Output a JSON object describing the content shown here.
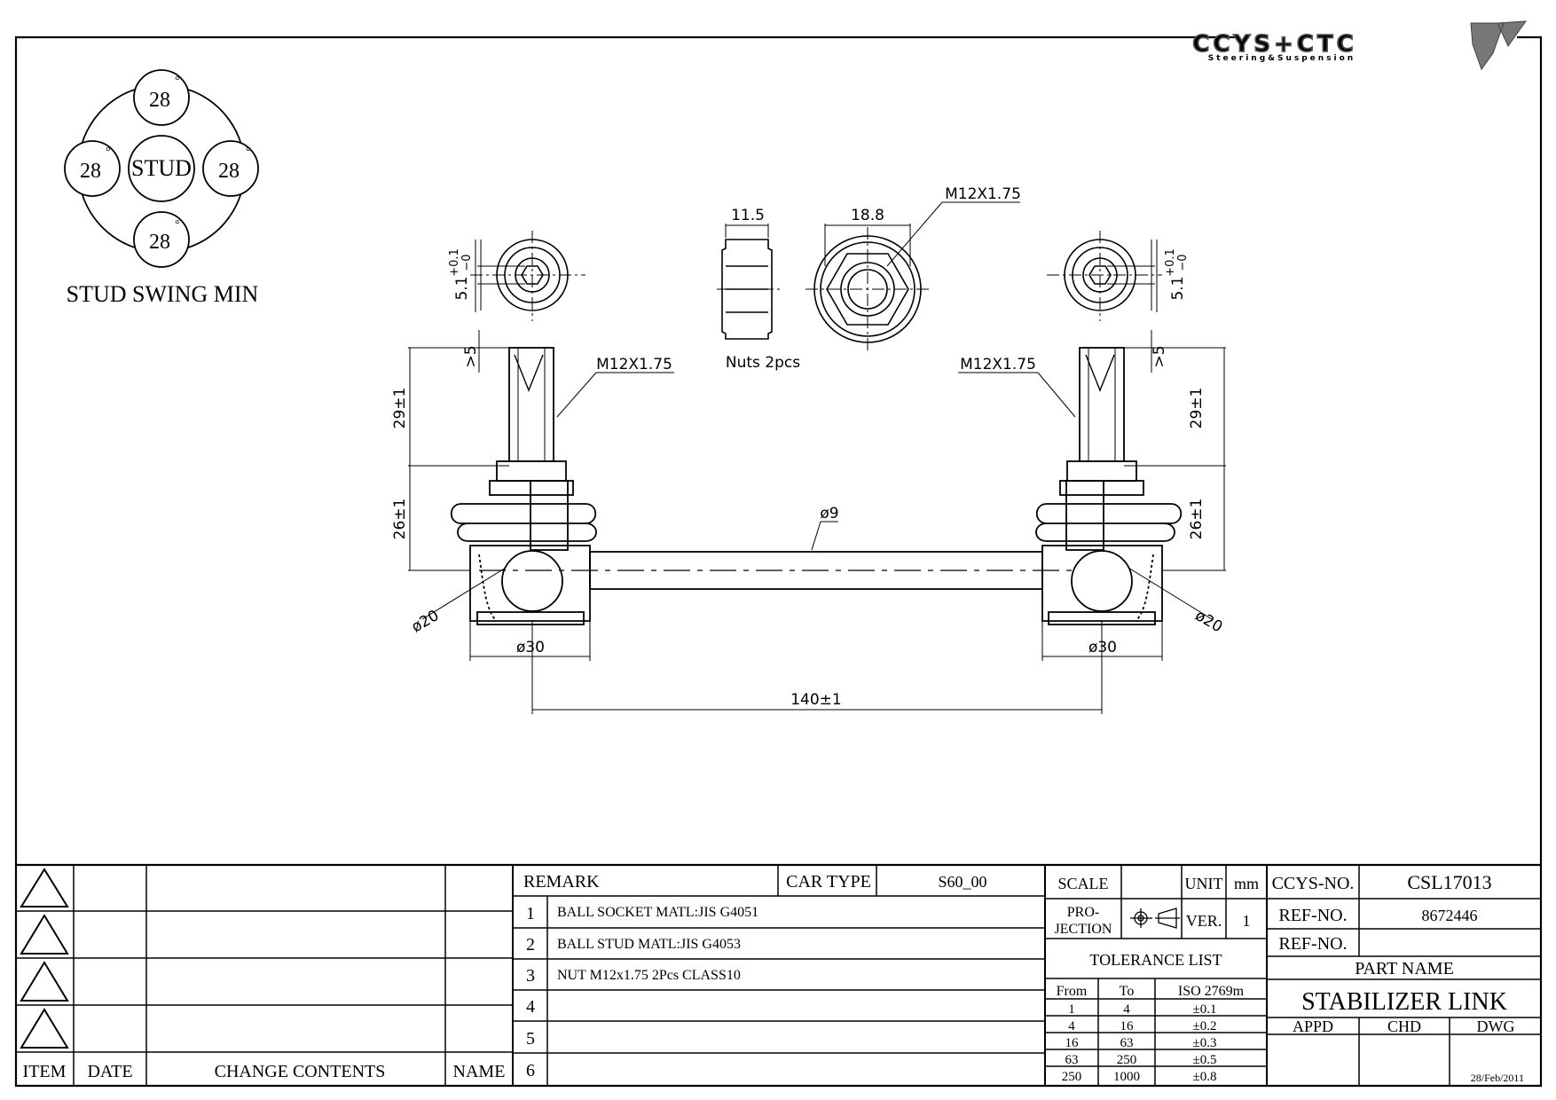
{
  "logo": {
    "brand": "CCYS+CTC",
    "tagline": "Steering&Suspension"
  },
  "swing": {
    "center": "STUD",
    "angles": [
      "28",
      "28",
      "28",
      "28"
    ],
    "degree_mark": "°",
    "caption": "STUD SWING MIN"
  },
  "dimensions": {
    "nut_thickness": "11.5",
    "nut_width": "18.8",
    "nut_thread": "M12X1.75",
    "nuts_note": "Nuts 2pcs",
    "hex_offset_left": "5.1",
    "hex_offset_right": "5.1",
    "hex_tol_plus": "+0.1",
    "hex_tol_minus": "−0",
    "stud_thread_left": "M12X1.75",
    "stud_thread_right": "M12X1.75",
    "stud_min_left": ">5",
    "stud_min_right": ">5",
    "thread_len_left": "29±1",
    "thread_len_right": "29±1",
    "body_height_left": "26±1",
    "body_height_right": "26±1",
    "bar_dia": "ø9",
    "ball_dia_left": "ø20",
    "ball_dia_right": "ø20",
    "housing_left": "ø30",
    "housing_right": "ø30",
    "center_distance": "140±1"
  },
  "revisions": {
    "rows": [
      "",
      "",
      "",
      ""
    ],
    "headers": {
      "item": "ITEM",
      "date": "DATE",
      "change": "CHANGE CONTENTS",
      "name": "NAME"
    }
  },
  "remark": {
    "label": "REMARK",
    "car_type_label": "CAR TYPE",
    "car_type": "S60_00",
    "items": [
      {
        "no": "1",
        "text": "BALL SOCKET MATL:JIS G4051"
      },
      {
        "no": "2",
        "text": "BALL STUD MATL:JIS G4053"
      },
      {
        "no": "3",
        "text": "NUT M12x1.75 2Pcs CLASS10"
      },
      {
        "no": "4",
        "text": ""
      },
      {
        "no": "5",
        "text": ""
      },
      {
        "no": "6",
        "text": ""
      }
    ]
  },
  "spec": {
    "scale_label": "SCALE",
    "scale": "",
    "unit_label": "UNIT",
    "unit": "mm",
    "projection_label_1": "PRO-",
    "projection_label_2": "JECTION",
    "ver_label": "VER.",
    "ver": "1",
    "tolerance_title": "TOLERANCE LIST",
    "tol_headers": [
      "From",
      "To",
      "ISO 2769m"
    ],
    "tol_rows": [
      [
        "1",
        "4",
        "±0.1"
      ],
      [
        "4",
        "16",
        "±0.2"
      ],
      [
        "16",
        "63",
        "±0.3"
      ],
      [
        "63",
        "250",
        "±0.5"
      ],
      [
        "250",
        "1000",
        "±0.8"
      ]
    ]
  },
  "title_block": {
    "ccys_no_label": "CCYS-NO.",
    "ccys_no": "CSL17013",
    "ref_no_label_1": "REF-NO.",
    "ref_no_1": "8672446",
    "ref_no_label_2": "REF-NO.",
    "ref_no_2": "",
    "part_name_label": "PART NAME",
    "part_name": "STABILIZER LINK",
    "appd": "APPD",
    "chd": "CHD",
    "dwg": "DWG",
    "date": "28/Feb/2011"
  }
}
